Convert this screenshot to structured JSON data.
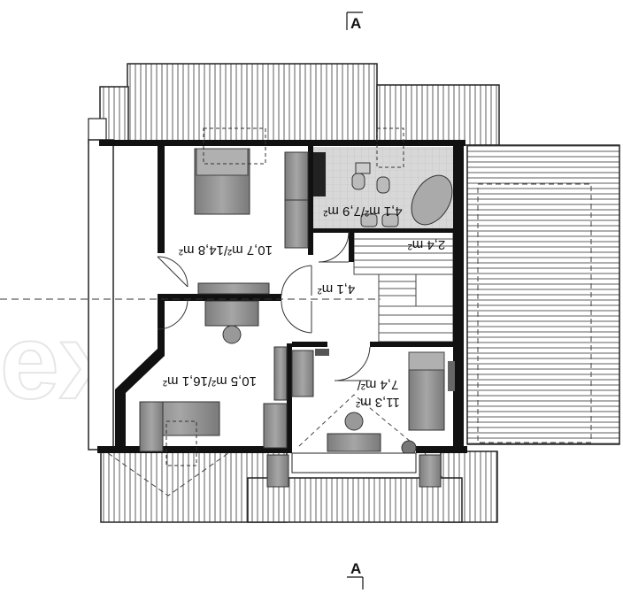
{
  "section_marker": {
    "letter": "A"
  },
  "watermark": {
    "text": "extra"
  },
  "rooms": {
    "bedroom_top": {
      "area": "10,7 m²/14,8 m²"
    },
    "bathroom": {
      "area": "4,1 m²/7,9 m²"
    },
    "hall": {
      "area": "4,1 m²"
    },
    "stair_landing": {
      "area": "2,4 m²"
    },
    "bedroom_bottom": {
      "area": "10,5 m²/16,1 m²"
    },
    "small_room_a": {
      "area": "7,4 m²/"
    },
    "small_room_b": {
      "area": "11,3 m²"
    }
  },
  "colors": {
    "wall": "#111111",
    "furniture": "#8f8f8f",
    "tile": "#d6d6d6",
    "roof_line": "#333333"
  }
}
